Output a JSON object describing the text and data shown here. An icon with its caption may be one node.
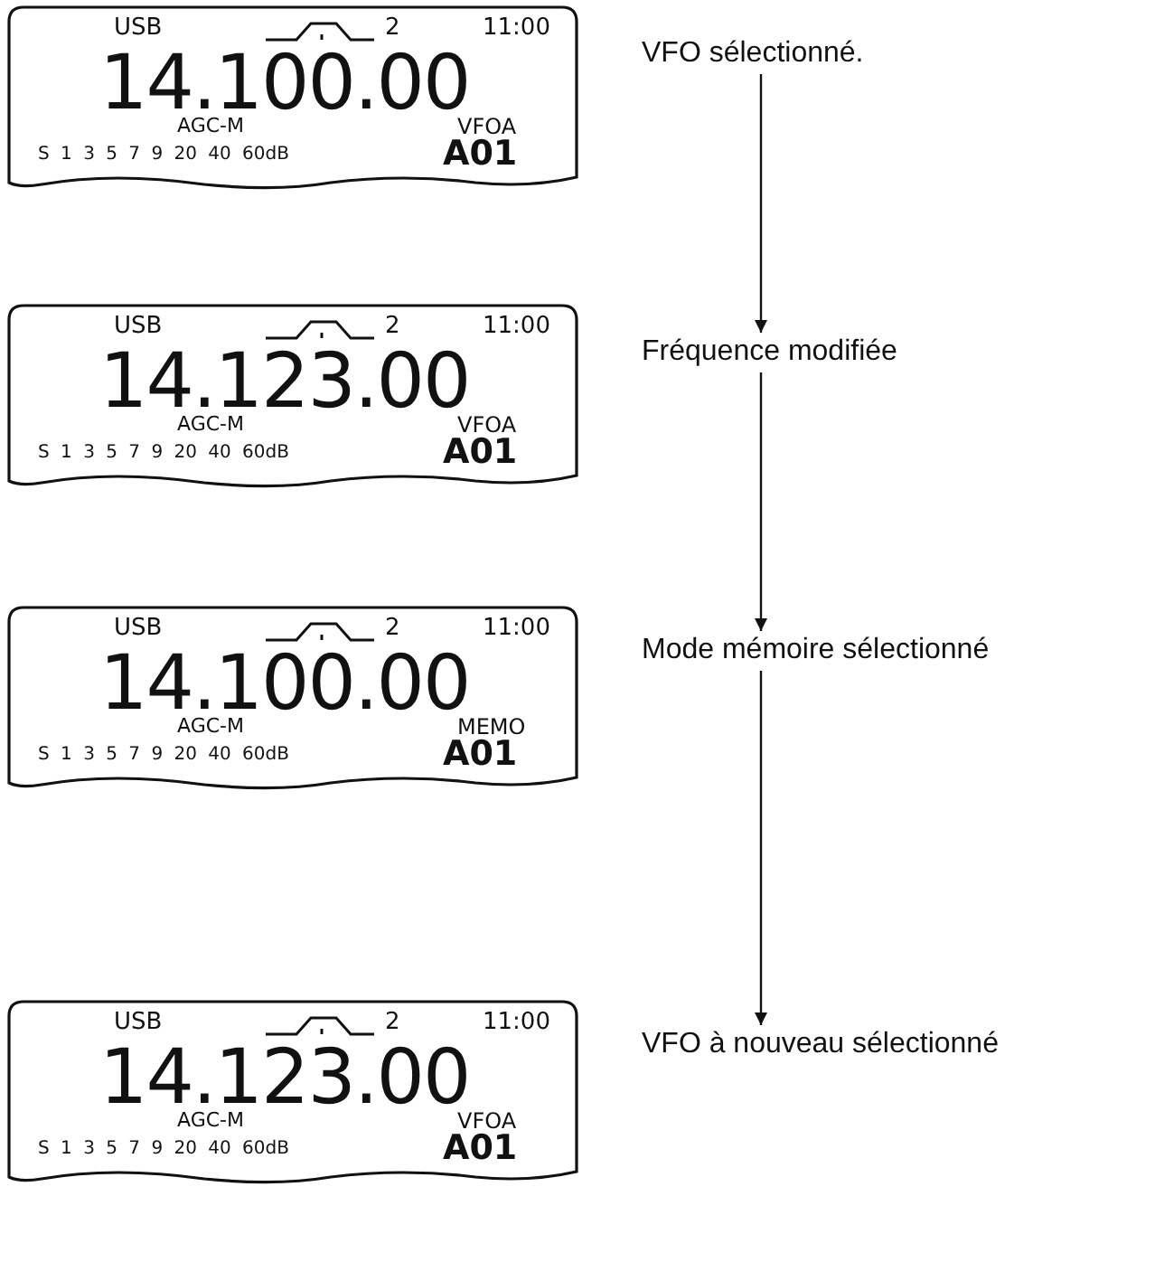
{
  "diagram": {
    "nodes": [
      {
        "text": [
          "USB",
          "2",
          "11:00",
          "14.100.00",
          "AGC-M",
          "VFOA",
          "S 1 3 5 7 9 20 40 60dB",
          "A01"
        ]
      },
      {
        "text": [
          "VFO sélectionné."
        ]
      },
      {
        "text": [
          "USB",
          "2",
          "11:00",
          "14.123.00",
          "AGC-M",
          "VFOA",
          "S 1 3 5 7 9 20 40 60dB",
          "A01"
        ]
      },
      {
        "text": [
          "Fréquence modifiée"
        ]
      },
      {
        "text": [
          "USB",
          "2",
          "11:00",
          "14.100.00",
          "AGC-M",
          "MEMO",
          "S 1 3 5 7 9 20 40 60dB",
          "A01"
        ]
      },
      {
        "text": [
          "Mode mémoire sélectionné"
        ]
      },
      {
        "text": [
          "USB",
          "2",
          "11:00",
          "14.123.00",
          "AGC-M",
          "VFOA",
          "S 1 3 5 7 9 20 40 60dB",
          "A01"
        ]
      },
      {
        "text": [
          "VFO à nouveau sélectionné"
        ]
      }
    ],
    "edges": [
      {
        "from": 1,
        "to": 3,
        "arrow": "to"
      },
      {
        "from": 3,
        "to": 5,
        "arrow": "to"
      },
      {
        "from": 5,
        "to": 7,
        "arrow": "to"
      }
    ]
  }
}
